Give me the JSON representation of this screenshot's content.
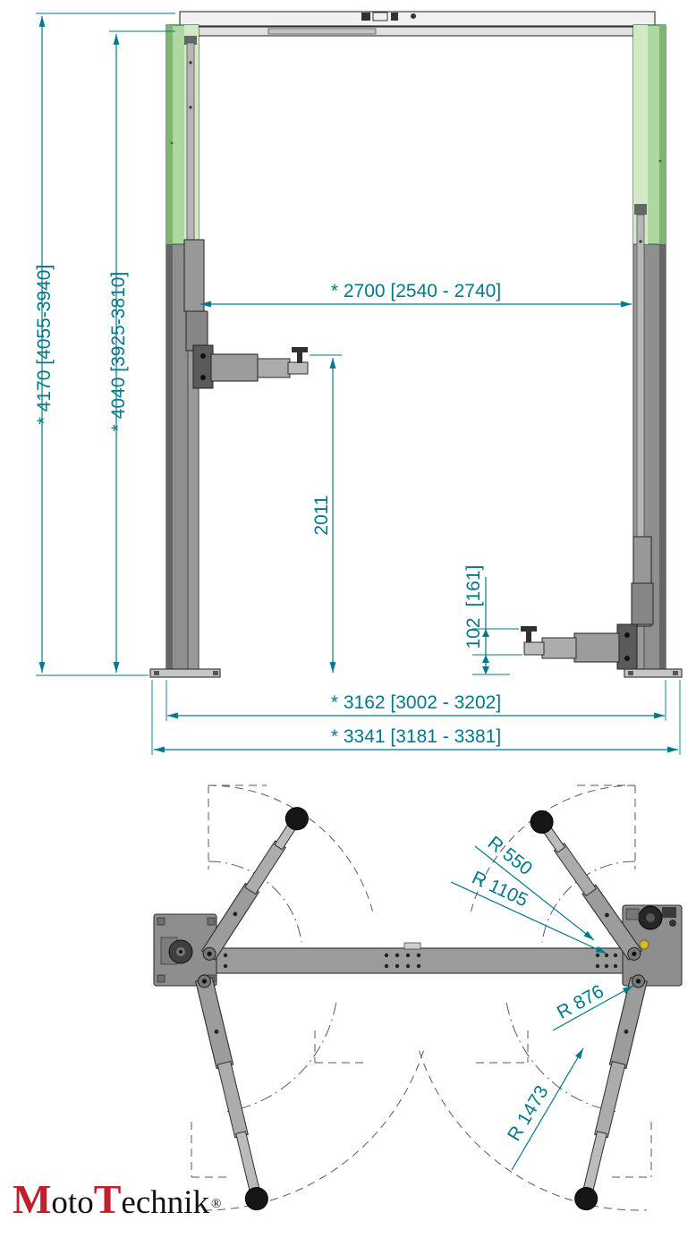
{
  "front_view": {
    "dims": {
      "total_height": "* 4170 [4055-3940]",
      "column_height": "* 4040 [3925-3810]",
      "inner_width": "* 2700 [2540 - 2740]",
      "lift_height": "2011",
      "pad_height_min": "102",
      "pad_height_alt": "[161]",
      "anchor_span": "* 3162 [3002 - 3202]",
      "overall_span": "* 3341 [3181 - 3381]"
    }
  },
  "plan_view": {
    "radii": {
      "r550": "R 550",
      "r1105": "R 1105",
      "r876": "R 876",
      "r1473": "R 1473"
    }
  },
  "logo": {
    "m": "M",
    "oto": "oto",
    "t": "T",
    "echnik": "echnik",
    "registered": "®"
  },
  "colors": {
    "dimension_teal": "#00798C",
    "column_green": "#AFD8A0",
    "column_gray": "#8F8F8F",
    "logo_red": "#C11F2E"
  }
}
